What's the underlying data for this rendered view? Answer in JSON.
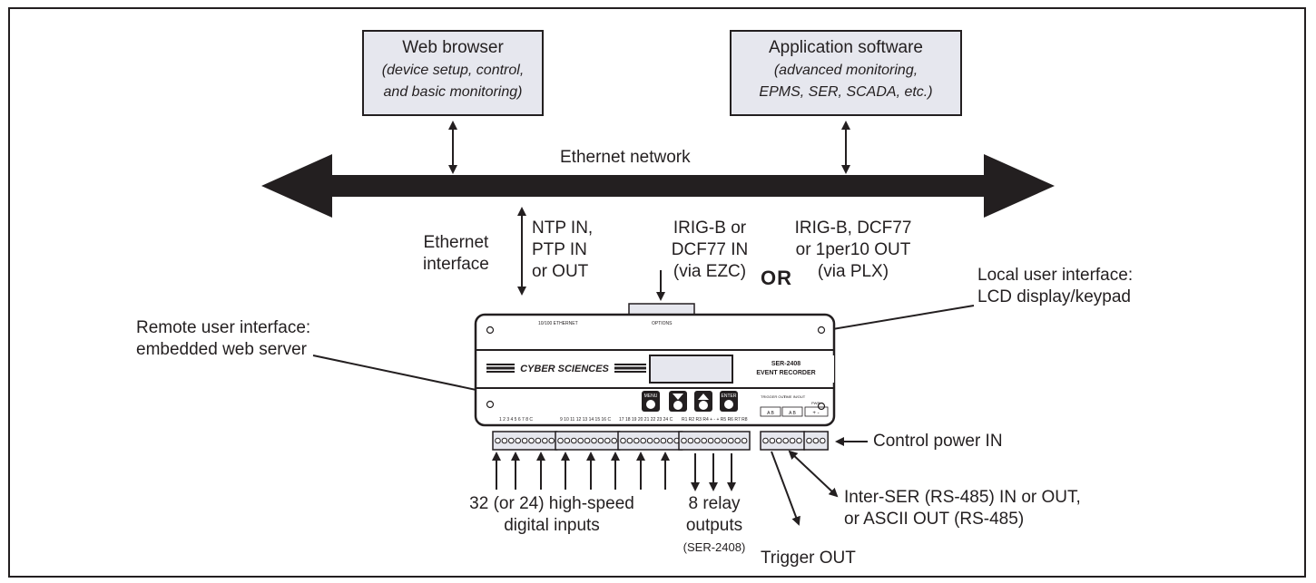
{
  "web_browser": {
    "title": "Web browser",
    "lines": [
      "(device setup, control,",
      "and basic monitoring)"
    ]
  },
  "app_software": {
    "title": "Application software",
    "lines": [
      "(advanced monitoring,",
      "EPMS, SER, SCADA, etc.)"
    ]
  },
  "ethernet_network": "Ethernet network",
  "ethernet_interface": [
    "Ethernet",
    "interface"
  ],
  "ntp_ptp": [
    "NTP IN,",
    "PTP IN",
    "or OUT"
  ],
  "irig_in": [
    "IRIG-B or",
    "DCF77 IN",
    "(via EZC)"
  ],
  "or_word": "OR",
  "irig_out": [
    "IRIG-B, DCF77",
    "or 1per10 OUT",
    "(via PLX)"
  ],
  "local_ui": [
    "Local user interface:",
    "LCD display/keypad"
  ],
  "remote_ui": [
    "Remote user interface:",
    "embedded web server"
  ],
  "control_power": "Control power IN",
  "digital_inputs": [
    "32 (or 24) high-speed",
    "digital inputs"
  ],
  "relay_outputs": [
    "8 relay",
    "outputs"
  ],
  "relay_model": "(SER-2408)",
  "inter_ser": [
    "Inter-SER (RS-485) IN or OUT,",
    "or ASCII OUT (RS-485)"
  ],
  "trigger_out": "Trigger OUT",
  "device": {
    "ethernet_port": "10/100 ETHERNET",
    "options_port": "OPTIONS",
    "brand": "CYBER SCIENCES",
    "model": "SER-2408",
    "product": "EVENT RECORDER",
    "keys": [
      "MENU",
      "",
      "",
      "ENTER"
    ],
    "trigger_label": "TRIGGER OUT",
    "time_label": "TIME IN/OUT",
    "pwr_label": "PWR",
    "terminal_numbers_1": "1 2 3 4 5 6 7 8 C",
    "terminal_numbers_2": "9 10 11 12 13 14 15 16 C",
    "terminal_numbers_3": "17 18 19 20 21 22 23 24 C",
    "terminal_numbers_4": "R1 R2 R3 R4 + - + R5 R6 R7 R8",
    "ab_1": "A B",
    "ab_2": "A B",
    "pm": "+ -"
  }
}
